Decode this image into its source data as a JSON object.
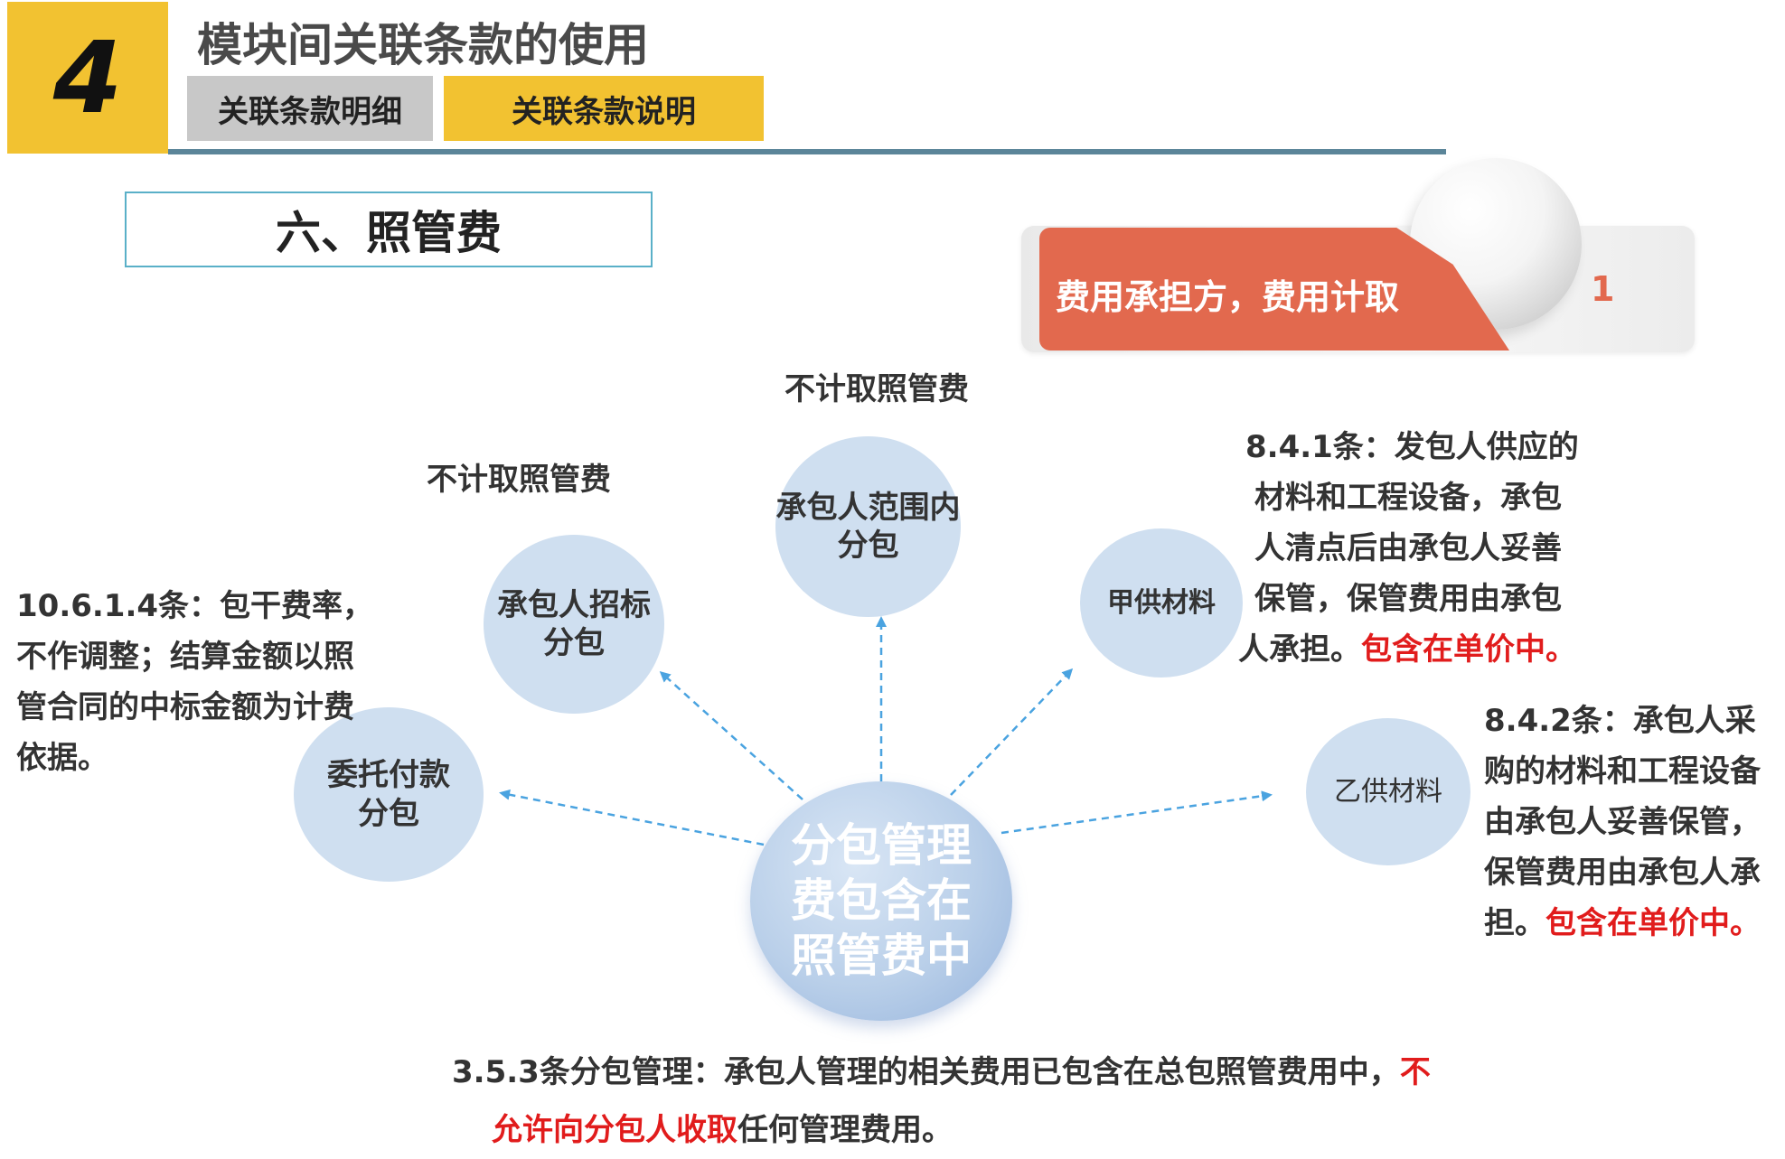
{
  "header": {
    "number": "4",
    "title": "模块间关联条款的使用",
    "tabs": [
      {
        "label": "关联条款明细"
      },
      {
        "label": "关联条款说明"
      }
    ]
  },
  "section": {
    "title": "六、照管费"
  },
  "ribbon": {
    "text": "费用承担方，费用计取",
    "number": "1"
  },
  "diagram": {
    "center": [
      "分包管理",
      "费包含在",
      "照管费中"
    ],
    "nodes": {
      "range": [
        "承包人范围内",
        "分包"
      ],
      "bid": [
        "承包人招标",
        "分包"
      ],
      "entrusted": [
        "委托付款",
        "分包"
      ],
      "owner_material": "甲供材料",
      "contractor_material": "乙供材料"
    },
    "labels": {
      "top": "不计取照管费",
      "left": "不计取照管费"
    }
  },
  "notes": {
    "clause_1061": [
      "10.6.1.4条：包干费率，",
      "不作调整；结算金额以照",
      "管合同的中标金额为计费",
      "依据。"
    ],
    "clause_841": {
      "lines": [
        "8.4.1条：发包人供应的",
        "材料和工程设备，承包",
        "人清点后由承包人妥善",
        "保管，保管费用由承包"
      ],
      "last_plain": "人承担。",
      "last_red": "包含在单价中。"
    },
    "clause_842": {
      "lines": [
        "8.4.2条：承包人采",
        "购的材料和工程设备",
        "由承包人妥善保管，",
        "保管费用由承包人承"
      ],
      "last_plain": "担。",
      "last_red": "包含在单价中。"
    },
    "clause_353": {
      "line1_plain": "3.5.3条分包管理：承包人管理的相关费用已包含在总包照管费用中，",
      "line1_red": "不",
      "line2_red": "允许向分包人收取",
      "line2_plain": "任何管理费用。"
    }
  },
  "colors": {
    "accent_yellow": "#f2c231",
    "tab_grey": "#c8c8c8",
    "header_rule": "#5b8599",
    "ribbon_orange": "#e2694e",
    "circle_blue": "#cfdff0",
    "arrow_blue": "#4aa3e0",
    "emphasis_red": "#e11c1c"
  }
}
